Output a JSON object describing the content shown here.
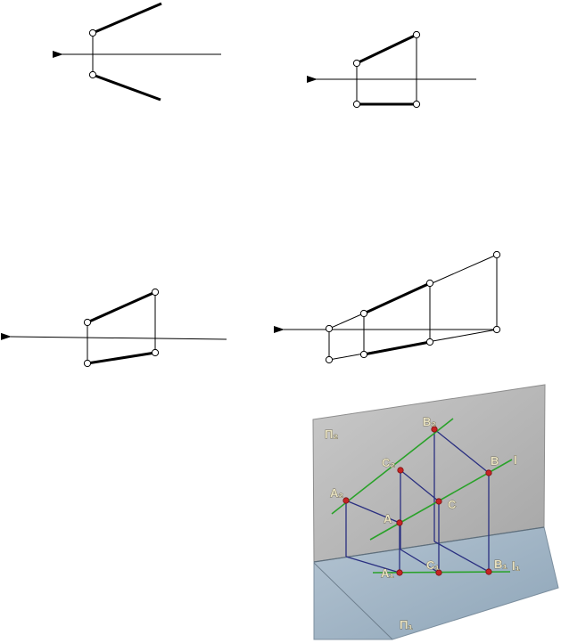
{
  "labels": {
    "pi2": "Π₂",
    "pi1": "Π₁",
    "A2": "A₂",
    "B2": "B₂",
    "C2": "C₂",
    "A": "A",
    "B": "B",
    "C": "C",
    "A1": "A₁",
    "B1": "B₁",
    "C1": "C₁",
    "l": "l",
    "l1": "l₁"
  },
  "colors": {
    "line_green": "#2aa22a",
    "point_red": "#c62424",
    "projector_navy": "#2a2f80",
    "plane_gray": "#b9b9b9",
    "floor_blue": "#9fb2c3"
  }
}
